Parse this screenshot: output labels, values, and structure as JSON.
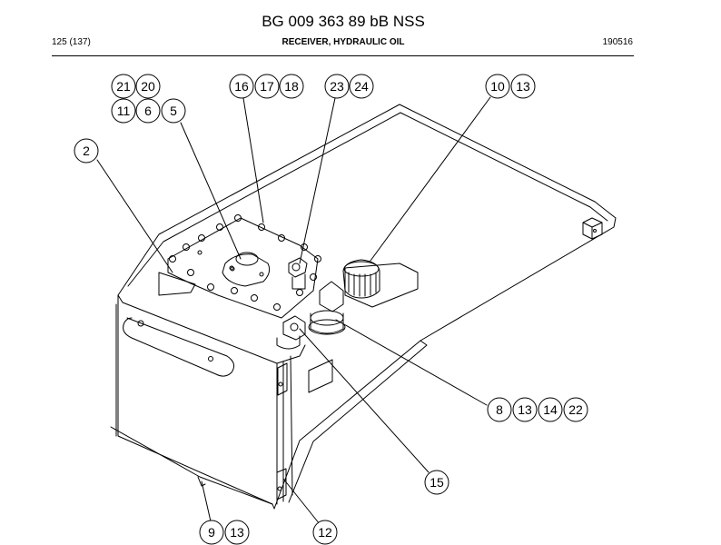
{
  "header": {
    "doc_number": "BG 009 363 89 bB NSS",
    "page_ref": "125 (137)",
    "part_title": "RECEIVER, HYDRAULIC OIL",
    "date_code": "190516"
  },
  "callouts": {
    "c21": "21",
    "c20": "20",
    "c11": "11",
    "c6": "6",
    "c5": "5",
    "c16": "16",
    "c17": "17",
    "c18": "18",
    "c23": "23",
    "c24": "24",
    "c10": "10",
    "c13a": "13",
    "c2": "2",
    "c8": "8",
    "c13b": "13",
    "c14": "14",
    "c22": "22",
    "c15": "15",
    "c9": "9",
    "c13c": "13",
    "c12": "12"
  }
}
